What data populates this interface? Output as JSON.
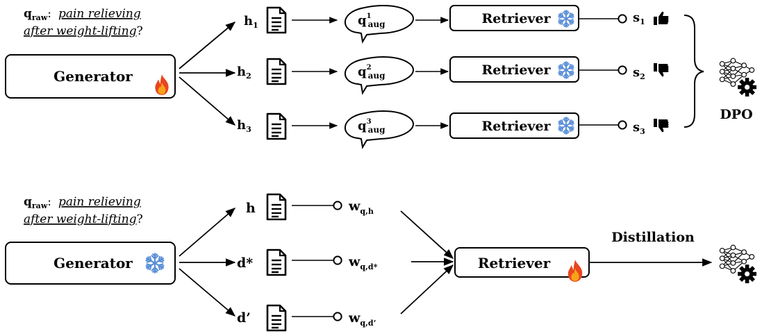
{
  "top": {
    "query_prefix": "q",
    "query_sub": "raw",
    "query_colon": ":",
    "query_line1": "pain relieving",
    "query_line2": "after weight-lifting",
    "query_qmark": "?",
    "generator_label": "Generator",
    "generator_icon": "flame-icon",
    "hyp": [
      {
        "letter": "h",
        "sub": "1"
      },
      {
        "letter": "h",
        "sub": "2"
      },
      {
        "letter": "h",
        "sub": "3"
      }
    ],
    "aug": [
      {
        "letter": "q",
        "sup": "1",
        "sub": "aug"
      },
      {
        "letter": "q",
        "sup": "2",
        "sub": "aug"
      },
      {
        "letter": "q",
        "sup": "3",
        "sub": "aug"
      }
    ],
    "retriever_label": "Retriever",
    "retriever_icon": "snowflake-icon",
    "scores": [
      {
        "letter": "s",
        "sub": "1",
        "icon": "thumbs-up-icon"
      },
      {
        "letter": "s",
        "sub": "2",
        "icon": "thumbs-down-icon"
      },
      {
        "letter": "s",
        "sub": "3",
        "icon": "thumbs-down-icon"
      }
    ],
    "dpo_label": "DPO"
  },
  "bottom": {
    "query_prefix": "q",
    "query_sub": "raw",
    "query_colon": ":",
    "query_line1": "pain relieving",
    "query_line2": "after weight-lifting",
    "query_qmark": "?",
    "generator_label": "Generator",
    "generator_icon": "snowflake-icon",
    "docs": [
      {
        "label": "h"
      },
      {
        "label": "d*"
      },
      {
        "label": "d’"
      }
    ],
    "weights": [
      {
        "letter": "w",
        "sub": "q,h"
      },
      {
        "letter": "w",
        "sub": "q,d*"
      },
      {
        "letter": "w",
        "sub": "q,d’"
      }
    ],
    "retriever_label": "Retriever",
    "retriever_icon": "flame-icon",
    "distillation_label": "Distillation"
  },
  "colors": {
    "snowflake": "#5b8fd6",
    "flame_outer": "#e8461e",
    "flame_inner": "#f7a21b"
  }
}
